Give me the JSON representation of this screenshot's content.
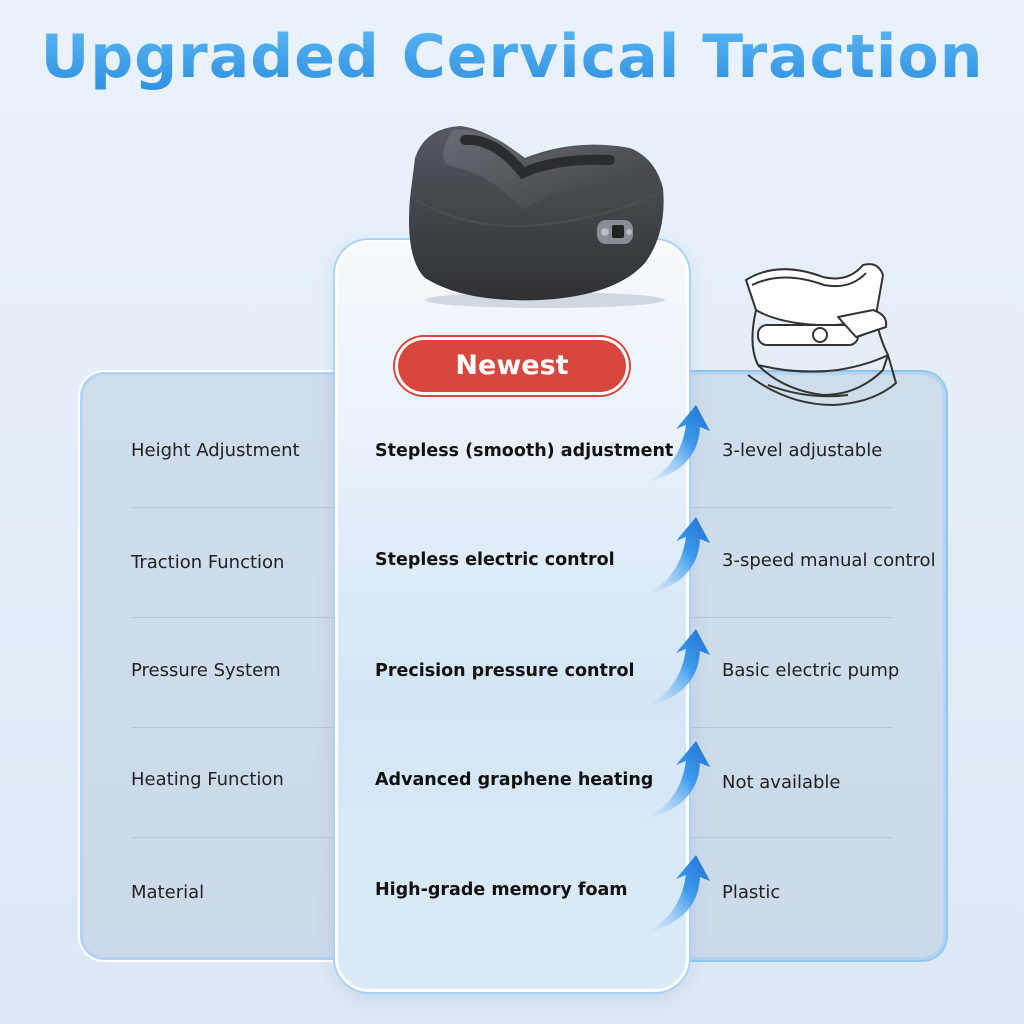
{
  "title": "Upgraded Cervical Traction",
  "badge": "Newest",
  "colors": {
    "title_blue": "#3fa2ec",
    "badge_red": "#d8473e",
    "arrow_blue": "#1f7fd8"
  },
  "icons": {
    "product_left": "electric-neck-traction-pillow",
    "product_right": "inflatable-neck-collar-outline",
    "row_arrow": "upward-curved-arrow-icon"
  },
  "rows": [
    {
      "feature": "Height Adjustment",
      "ours": "Stepless (smooth) adjustment",
      "other": "3-level adjustable"
    },
    {
      "feature": "Traction Function",
      "ours": "Stepless electric control",
      "other": "3-speed manual control"
    },
    {
      "feature": "Pressure System",
      "ours": "Precision pressure control",
      "other": "Basic electric pump"
    },
    {
      "feature": "Heating Function",
      "ours": "Advanced graphene heating",
      "other": "Not available"
    },
    {
      "feature": "Material",
      "ours": "High-grade memory foam",
      "other": "Plastic"
    }
  ]
}
